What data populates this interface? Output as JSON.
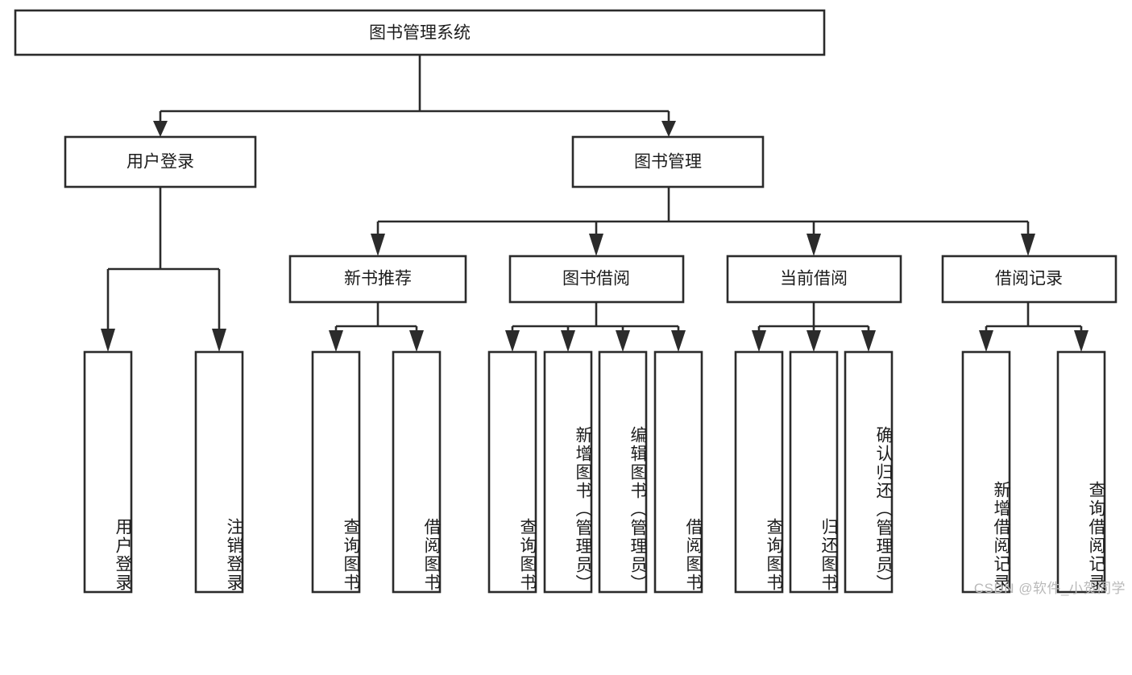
{
  "diagram": {
    "title": "图书管理系统",
    "watermark": "CSDN @软件_小贺同学",
    "theme": {
      "background": "#ffffff",
      "box_stroke": "#2b2b2b",
      "box_fill": "#ffffff",
      "text_color": "#1c1c1c",
      "watermark_color": "#b9b9b9"
    },
    "root": {
      "id": "root",
      "label": "图书管理系统",
      "orientation": "horizontal"
    },
    "level1": [
      {
        "id": "user-login",
        "label": "用户登录",
        "orientation": "horizontal"
      },
      {
        "id": "book-management",
        "label": "图书管理",
        "orientation": "horizontal"
      }
    ],
    "level2": [
      {
        "id": "new-book-recommend",
        "label": "新书推荐",
        "orientation": "horizontal",
        "parent": "book-management"
      },
      {
        "id": "book-borrow",
        "label": "图书借阅",
        "orientation": "horizontal",
        "parent": "book-management"
      },
      {
        "id": "current-borrow",
        "label": "当前借阅",
        "orientation": "horizontal",
        "parent": "book-management"
      },
      {
        "id": "borrow-record",
        "label": "借阅记录",
        "orientation": "horizontal",
        "parent": "book-management"
      }
    ],
    "leaves": [
      {
        "id": "leaf-user-login",
        "label": "用户登录",
        "orientation": "vertical",
        "parent": "user-login"
      },
      {
        "id": "leaf-logout-login",
        "label": "注销登录",
        "orientation": "vertical",
        "parent": "user-login"
      },
      {
        "id": "leaf-query-book-1",
        "label": "查询图书",
        "orientation": "vertical",
        "parent": "new-book-recommend"
      },
      {
        "id": "leaf-borrow-book-1",
        "label": "借阅图书",
        "orientation": "vertical",
        "parent": "new-book-recommend"
      },
      {
        "id": "leaf-query-book-2",
        "label": "查询图书",
        "orientation": "vertical",
        "parent": "book-borrow"
      },
      {
        "id": "leaf-add-book-admin",
        "label": "新增图书（管理员）",
        "orientation": "vertical",
        "parent": "book-borrow"
      },
      {
        "id": "leaf-edit-book-admin",
        "label": "编辑图书（管理员）",
        "orientation": "vertical",
        "parent": "book-borrow"
      },
      {
        "id": "leaf-borrow-book-2",
        "label": "借阅图书",
        "orientation": "vertical",
        "parent": "book-borrow"
      },
      {
        "id": "leaf-query-book-3",
        "label": "查询图书",
        "orientation": "vertical",
        "parent": "current-borrow"
      },
      {
        "id": "leaf-return-book",
        "label": "归还图书",
        "orientation": "vertical",
        "parent": "current-borrow"
      },
      {
        "id": "leaf-confirm-return-admin",
        "label": "确认归还（管理员）",
        "orientation": "vertical",
        "parent": "current-borrow"
      },
      {
        "id": "leaf-add-borrow-record",
        "label": "新增借阅记录",
        "orientation": "vertical",
        "parent": "borrow-record"
      },
      {
        "id": "leaf-query-borrow-record",
        "label": "查询借阅记录",
        "orientation": "vertical",
        "parent": "borrow-record"
      }
    ]
  }
}
